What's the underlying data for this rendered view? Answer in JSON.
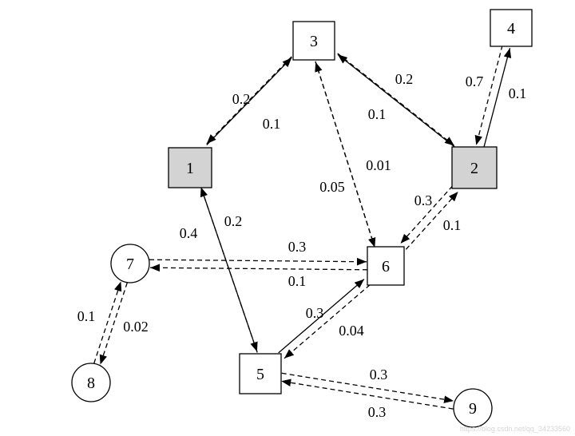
{
  "diagram": {
    "nodes": [
      {
        "id": "1",
        "label": "1",
        "shape": "square",
        "fill": "#d3d3d3"
      },
      {
        "id": "2",
        "label": "2",
        "shape": "square",
        "fill": "#d3d3d3"
      },
      {
        "id": "3",
        "label": "3",
        "shape": "square",
        "fill": "#ffffff"
      },
      {
        "id": "4",
        "label": "4",
        "shape": "square",
        "fill": "#ffffff"
      },
      {
        "id": "5",
        "label": "5",
        "shape": "square",
        "fill": "#ffffff"
      },
      {
        "id": "6",
        "label": "6",
        "shape": "square",
        "fill": "#ffffff"
      },
      {
        "id": "7",
        "label": "7",
        "shape": "circle",
        "fill": "#ffffff"
      },
      {
        "id": "8",
        "label": "8",
        "shape": "circle",
        "fill": "#ffffff"
      },
      {
        "id": "9",
        "label": "9",
        "shape": "circle",
        "fill": "#ffffff"
      }
    ],
    "edges": [
      {
        "from": "1",
        "to": "3",
        "label": "0.1",
        "style": "solid"
      },
      {
        "from": "3",
        "to": "1",
        "label": "0.2",
        "style": "dashed"
      },
      {
        "from": "2",
        "to": "3",
        "label": "0.1",
        "style": "solid"
      },
      {
        "from": "3",
        "to": "2",
        "label": "0.2",
        "style": "dashed"
      },
      {
        "from": "2",
        "to": "4",
        "label": "0.1",
        "style": "solid"
      },
      {
        "from": "4",
        "to": "2",
        "label": "0.7",
        "style": "dashed"
      },
      {
        "from": "1",
        "to": "5",
        "label": "0.4",
        "style": "solid"
      },
      {
        "from": "5",
        "to": "1",
        "label": "0.2",
        "style": "dashed"
      },
      {
        "from": "6",
        "to": "3",
        "label": "0.05",
        "style": "dashed"
      },
      {
        "from": "3",
        "to": "6",
        "label": "0.01",
        "style": "dashed"
      },
      {
        "from": "6",
        "to": "2",
        "label": "0.3",
        "style": "dashed"
      },
      {
        "from": "2",
        "to": "6",
        "label": "0.1",
        "style": "dashed"
      },
      {
        "from": "7",
        "to": "6",
        "label": "0.3",
        "style": "dashed"
      },
      {
        "from": "6",
        "to": "7",
        "label": "0.1",
        "style": "dashed"
      },
      {
        "from": "5",
        "to": "6",
        "label": "0.3",
        "style": "solid"
      },
      {
        "from": "6",
        "to": "5",
        "label": "0.04",
        "style": "dashed"
      },
      {
        "from": "7",
        "to": "8",
        "label": "0.1",
        "style": "dashed"
      },
      {
        "from": "8",
        "to": "7",
        "label": "0.02",
        "style": "dashed"
      },
      {
        "from": "5",
        "to": "9",
        "label": "0.3",
        "style": "dashed"
      },
      {
        "from": "9",
        "to": "5",
        "label": "0.3",
        "style": "dashed"
      }
    ]
  },
  "watermark": "https://blog.csdn.net/qq_34233560"
}
